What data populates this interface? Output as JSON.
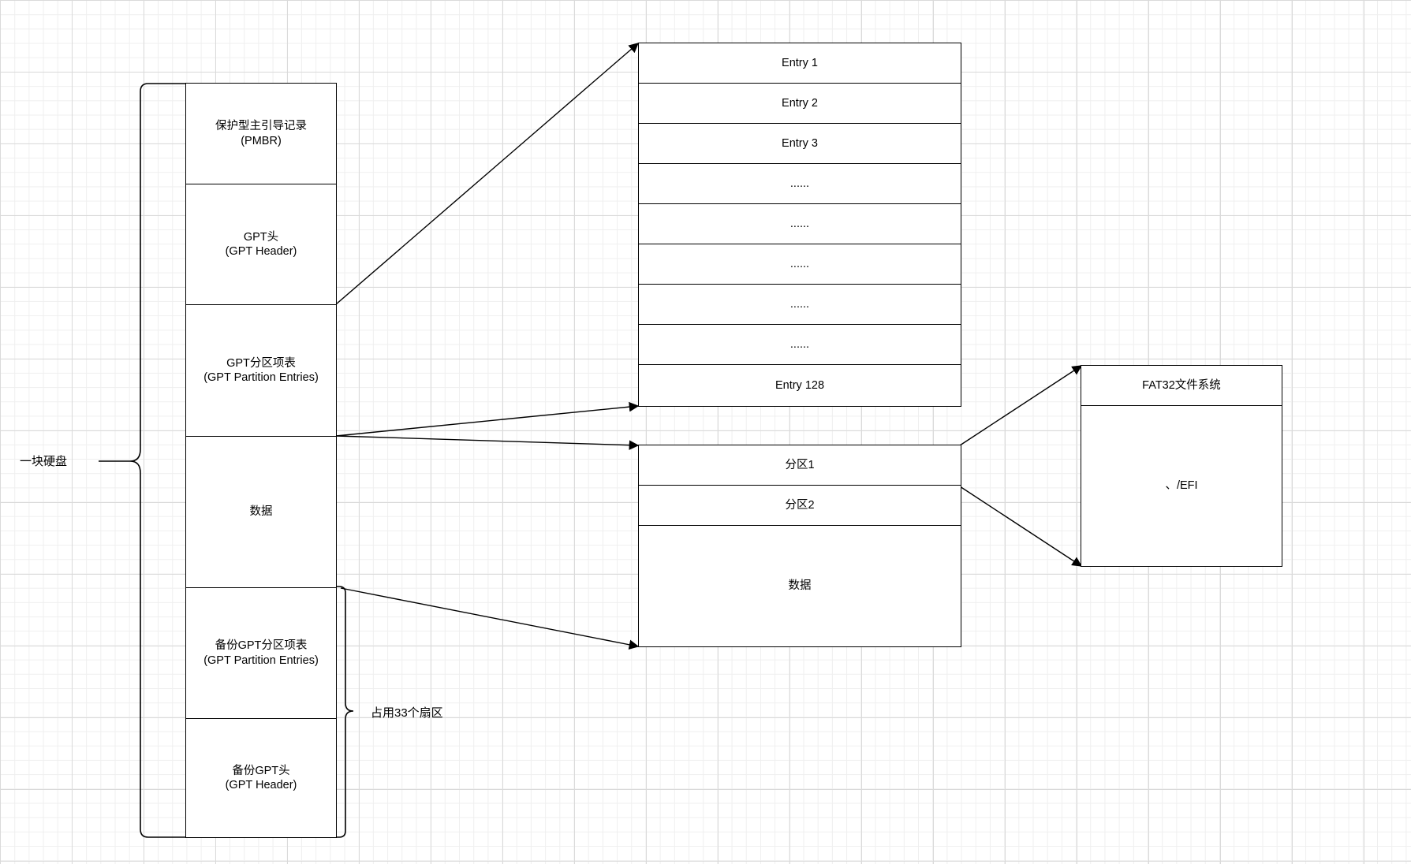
{
  "disk_label": "一块硬盘",
  "sector_label": "占用33个扇区",
  "disk_sections": [
    {
      "line1": "保护型主引导记录",
      "line2": "(PMBR)"
    },
    {
      "line1": "GPT头",
      "line2": "(GPT Header)"
    },
    {
      "line1": "GPT分区项表",
      "line2": "(GPT Partition Entries)"
    },
    {
      "line1": "数据",
      "line2": ""
    },
    {
      "line1": "备份GPT分区项表",
      "line2": "(GPT Partition Entries)"
    },
    {
      "line1": "备份GPT头",
      "line2": "(GPT Header)"
    }
  ],
  "entries": [
    "Entry 1",
    "Entry 2",
    "Entry 3",
    "......",
    "......",
    "......",
    "......",
    "......",
    "Entry 128"
  ],
  "partitions": [
    "分区1",
    "分区2",
    "数据"
  ],
  "fs": {
    "title": "FAT32文件系统",
    "content": "、/EFI"
  }
}
